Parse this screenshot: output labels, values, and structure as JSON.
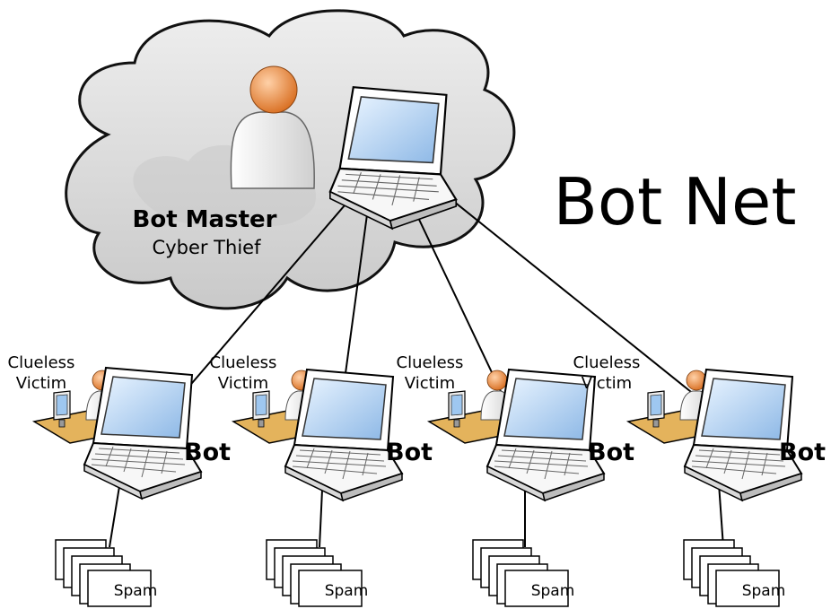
{
  "title": "Bot Net",
  "master": {
    "name": "Bot Master",
    "role": "Cyber Thief"
  },
  "victim_label_line1": "Clueless",
  "victim_label_line2": "Victim",
  "bot_label": "Bot",
  "spam_label": "Spam",
  "colors": {
    "cloud_fill": "#dcdcdc",
    "cloud_stroke": "#111111",
    "head": "#e8863a",
    "screen": "#9ec7f0",
    "desk": "#e0b25a",
    "line": "#000000"
  }
}
